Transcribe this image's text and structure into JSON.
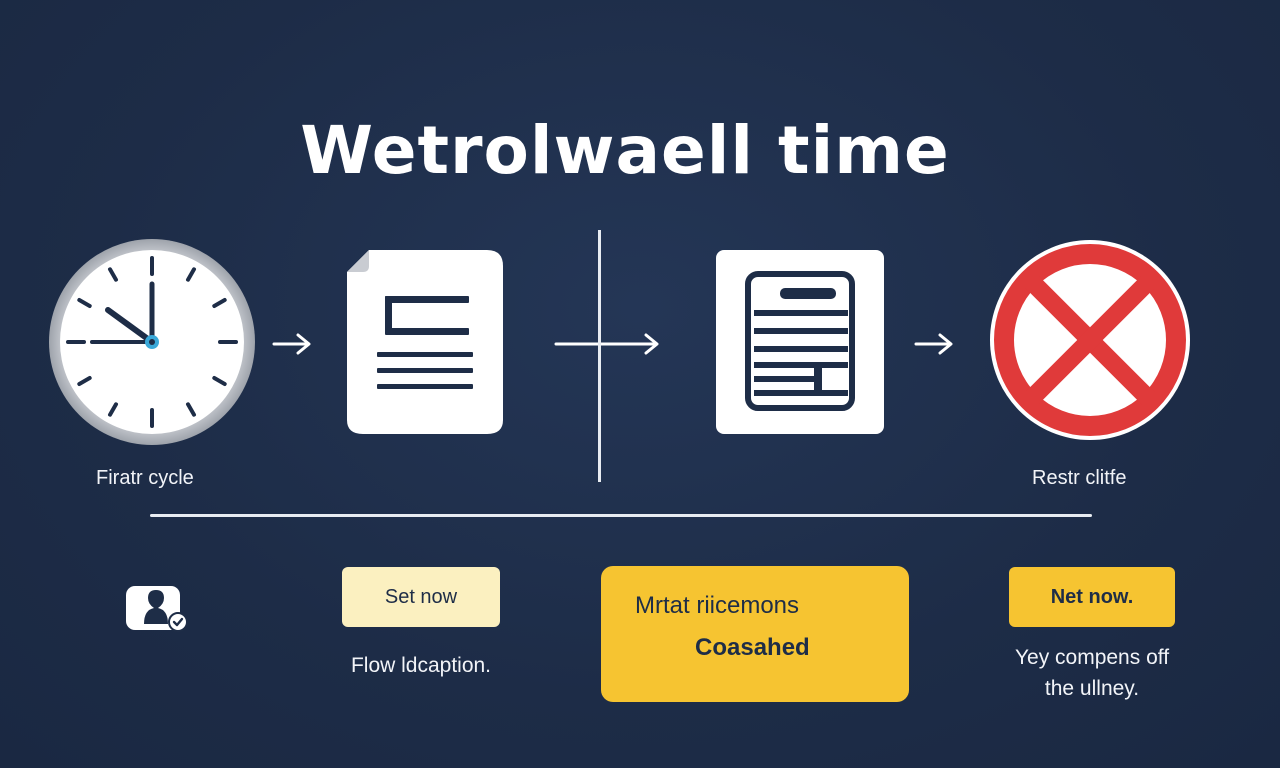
{
  "title": "Wetrolwaell time",
  "steps": {
    "first_label": "Firatr cycle",
    "restr_label": "Restr clitfe"
  },
  "actions": {
    "set_button": "Set now",
    "set_caption": "Flow ldcaption.",
    "card_line1": "Mrtat riicemons",
    "card_line2": "Coasahed",
    "net_button": "Net now.",
    "net_caption_line1": "Yey compens off",
    "net_caption_line2": "the ullney."
  },
  "icons": {
    "clock": "clock-icon",
    "document": "document-icon",
    "form": "form-icon",
    "no_sign": "no-sign-icon",
    "user": "user-icon"
  },
  "colors": {
    "background": "#1f2f4a",
    "accent_yellow": "#f6c431",
    "pale_yellow": "#fbf0c0",
    "no_sign_red": "#e03a3a",
    "clock_accent": "#3aa8d8"
  }
}
